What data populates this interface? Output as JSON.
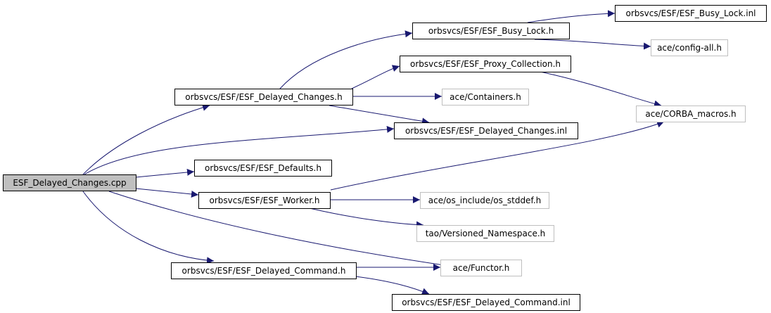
{
  "graph": {
    "colors": {
      "edge": "#191970",
      "root_fill": "#bfbfbf",
      "node_border": "#000000",
      "missing_border": "#bfbfbf"
    },
    "nodes": {
      "root": "ESF_Delayed_Changes.cpp",
      "delayed_changes_h": "orbsvcs/ESF/ESF_Delayed_Changes.h",
      "busy_lock_h": "orbsvcs/ESF/ESF_Busy_Lock.h",
      "busy_lock_inl": "orbsvcs/ESF/ESF_Busy_Lock.inl",
      "config_all_h": "ace/config-all.h",
      "proxy_collection_h": "orbsvcs/ESF/ESF_Proxy_Collection.h",
      "containers_h": "ace/Containers.h",
      "corba_macros_h": "ace/CORBA_macros.h",
      "delayed_changes_inl": "orbsvcs/ESF/ESF_Delayed_Changes.inl",
      "defaults_h": "orbsvcs/ESF/ESF_Defaults.h",
      "worker_h": "orbsvcs/ESF/ESF_Worker.h",
      "os_stddef_h": "ace/os_include/os_stddef.h",
      "versioned_namespace_h": "tao/Versioned_Namespace.h",
      "functor_h": "ace/Functor.h",
      "delayed_command_h": "orbsvcs/ESF/ESF_Delayed_Command.h",
      "delayed_command_inl": "orbsvcs/ESF/ESF_Delayed_Command.inl"
    }
  }
}
